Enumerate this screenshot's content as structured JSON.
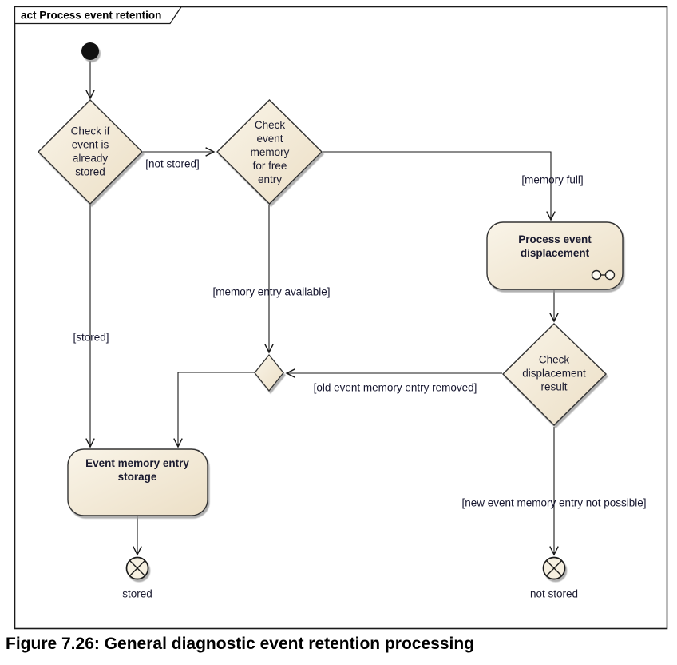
{
  "frame": {
    "title": "act Process event retention"
  },
  "diagram": {
    "nodes": {
      "check_stored": {
        "label": "Check if\nevent is\nalready\nstored"
      },
      "check_memory": {
        "label": "Check\nevent\nmemory\nfor free\nentry"
      },
      "displacement": {
        "label": "Process event\ndisplacement"
      },
      "check_displacement": {
        "label": "Check\ndisplacement\nresult"
      },
      "storage": {
        "label": "Event memory entry\nstorage"
      },
      "final_stored": {
        "label": "stored"
      },
      "final_not_stored": {
        "label": "not stored"
      }
    },
    "guards": {
      "not_stored": "[not stored]",
      "stored": "[stored]",
      "memory_full": "[memory full]",
      "memory_entry_available": "[memory entry available]",
      "old_event_removed": "[old event memory entry removed]",
      "new_entry_not_possible": "[new event memory entry not possible]"
    }
  },
  "caption": "Figure 7.26: General diagnostic event retention processing",
  "colors": {
    "shape_fill_light": "#f9f3e6",
    "shape_fill_dark": "#ecdfc6",
    "shape_border": "#333333",
    "edge_line": "#1a1a1a",
    "node_text": "#1a1a2f",
    "shadow": "#969696"
  }
}
